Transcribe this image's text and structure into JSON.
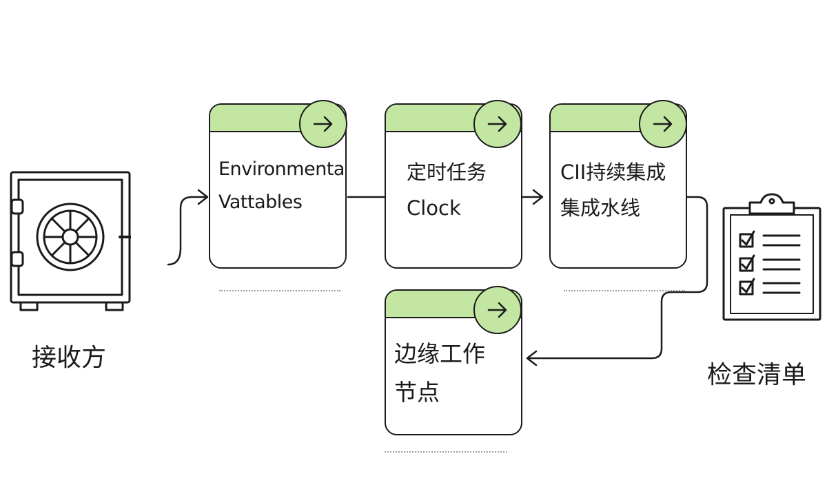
{
  "receiver": {
    "label": "接收方",
    "icon": "safe-icon"
  },
  "checklist": {
    "label": "检查清单",
    "icon": "clipboard-checklist-icon"
  },
  "cards": [
    {
      "id": "env",
      "lines": [
        "Environmental",
        "Vattables"
      ],
      "icon": "arrow-right-icon"
    },
    {
      "id": "cron",
      "lines": [
        "定时任务",
        "Clock"
      ],
      "icon": "arrow-right-icon"
    },
    {
      "id": "ci",
      "lines": [
        "CII持续集成",
        "集成水线"
      ],
      "icon": "arrow-right-icon"
    },
    {
      "id": "edge",
      "lines": [
        "边缘工作",
        "节点"
      ],
      "icon": "arrow-right-icon"
    }
  ],
  "colors": {
    "accent": "#c3e6a2",
    "ink": "#1a1a1a",
    "dots": "#9a9a9a"
  }
}
